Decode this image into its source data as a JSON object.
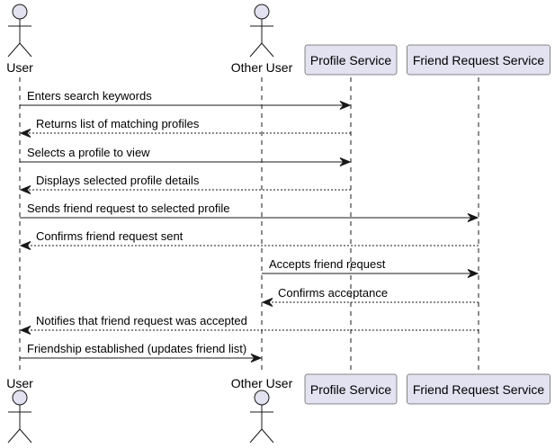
{
  "participants": [
    {
      "id": "user",
      "label": "User",
      "kind": "actor"
    },
    {
      "id": "other",
      "label": "Other User",
      "kind": "actor"
    },
    {
      "id": "profile",
      "label": "Profile Service",
      "kind": "box"
    },
    {
      "id": "friend",
      "label": "Friend Request Service",
      "kind": "box"
    }
  ],
  "messages": [
    {
      "from": "user",
      "to": "profile",
      "text": "Enters search keywords",
      "style": "solid"
    },
    {
      "from": "profile",
      "to": "user",
      "text": "Returns list of matching profiles",
      "style": "dashed"
    },
    {
      "from": "user",
      "to": "profile",
      "text": "Selects a profile to view",
      "style": "solid"
    },
    {
      "from": "profile",
      "to": "user",
      "text": "Displays selected profile details",
      "style": "dashed"
    },
    {
      "from": "user",
      "to": "friend",
      "text": "Sends friend request to selected profile",
      "style": "solid"
    },
    {
      "from": "friend",
      "to": "user",
      "text": "Confirms friend request sent",
      "style": "dashed"
    },
    {
      "from": "other",
      "to": "friend",
      "text": "Accepts friend request",
      "style": "solid"
    },
    {
      "from": "friend",
      "to": "other",
      "text": "Confirms acceptance",
      "style": "dashed"
    },
    {
      "from": "friend",
      "to": "user",
      "text": "Notifies that friend request was accepted",
      "style": "dashed"
    },
    {
      "from": "user",
      "to": "other",
      "text": "Friendship established (updates friend list)",
      "style": "solid"
    }
  ],
  "colors": {
    "box_fill": "#e2e2f0",
    "box_stroke": "#181818",
    "lifeline": "#181818",
    "arrow": "#181818",
    "text": "#000000"
  }
}
